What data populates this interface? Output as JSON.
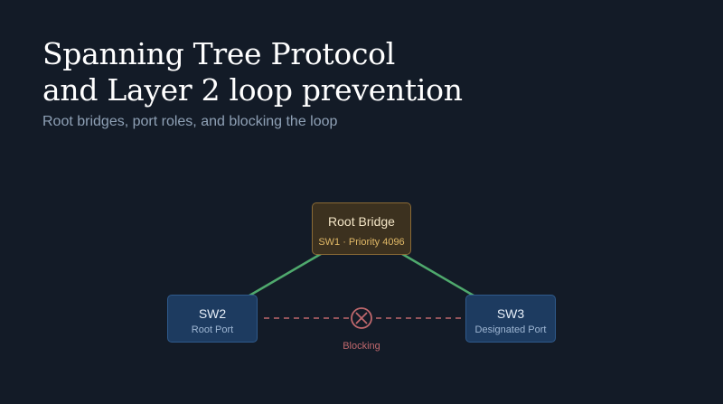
{
  "slide": {
    "title_line1": "Spanning Tree Protocol",
    "title_line2": "and Layer 2 loop prevention",
    "subtitle": "Root bridges, port roles, and blocking the loop"
  },
  "diagram": {
    "root": {
      "name": "Root Bridge",
      "detail": "SW1 · Priority 4096"
    },
    "switches": [
      {
        "name": "SW2",
        "role": "Root Port"
      },
      {
        "name": "SW3",
        "role": "Designated Port"
      }
    ],
    "links": {
      "forwarding_color": "#4fa96d",
      "blocked_color": "#c0686d",
      "blocked_label": "Blocking"
    },
    "icons": {
      "blocked": "x-circle-icon"
    },
    "colors": {
      "background": "#131b27",
      "root_fill": "#3c311f",
      "root_border": "#8a6a35",
      "switch_fill": "#1d3b60",
      "switch_border": "#2f5a8c"
    }
  }
}
